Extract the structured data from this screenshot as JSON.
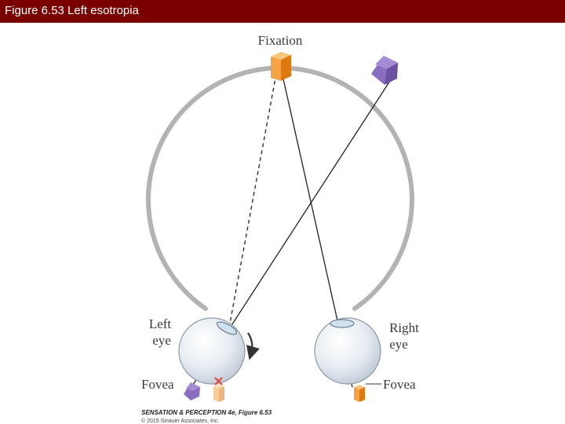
{
  "header": {
    "title": "Figure 6.53  Left esotropia"
  },
  "labels": {
    "fixation": "Fixation",
    "left_eye_line1": "Left",
    "left_eye_line2": "eye",
    "right_eye_line1": "Right",
    "right_eye_line2": "eye",
    "fovea_left": "Fovea",
    "fovea_right": "Fovea"
  },
  "credit": {
    "line1": "SENSATION & PERCEPTION 4e, Figure 6.53",
    "line2": "© 2015 Sinauer Associates, Inc."
  },
  "colors": {
    "title_bar": "#7a0000",
    "fixation_object": "#f28a1e",
    "purple_object": "#8a6cc0",
    "circle": "#b3b3b3",
    "eyeball": "#dfe6ee",
    "crossed_marker": "#e04040"
  },
  "icons": {
    "rotation": "curved-arrow-icon",
    "crossed": "x-mark-icon"
  }
}
